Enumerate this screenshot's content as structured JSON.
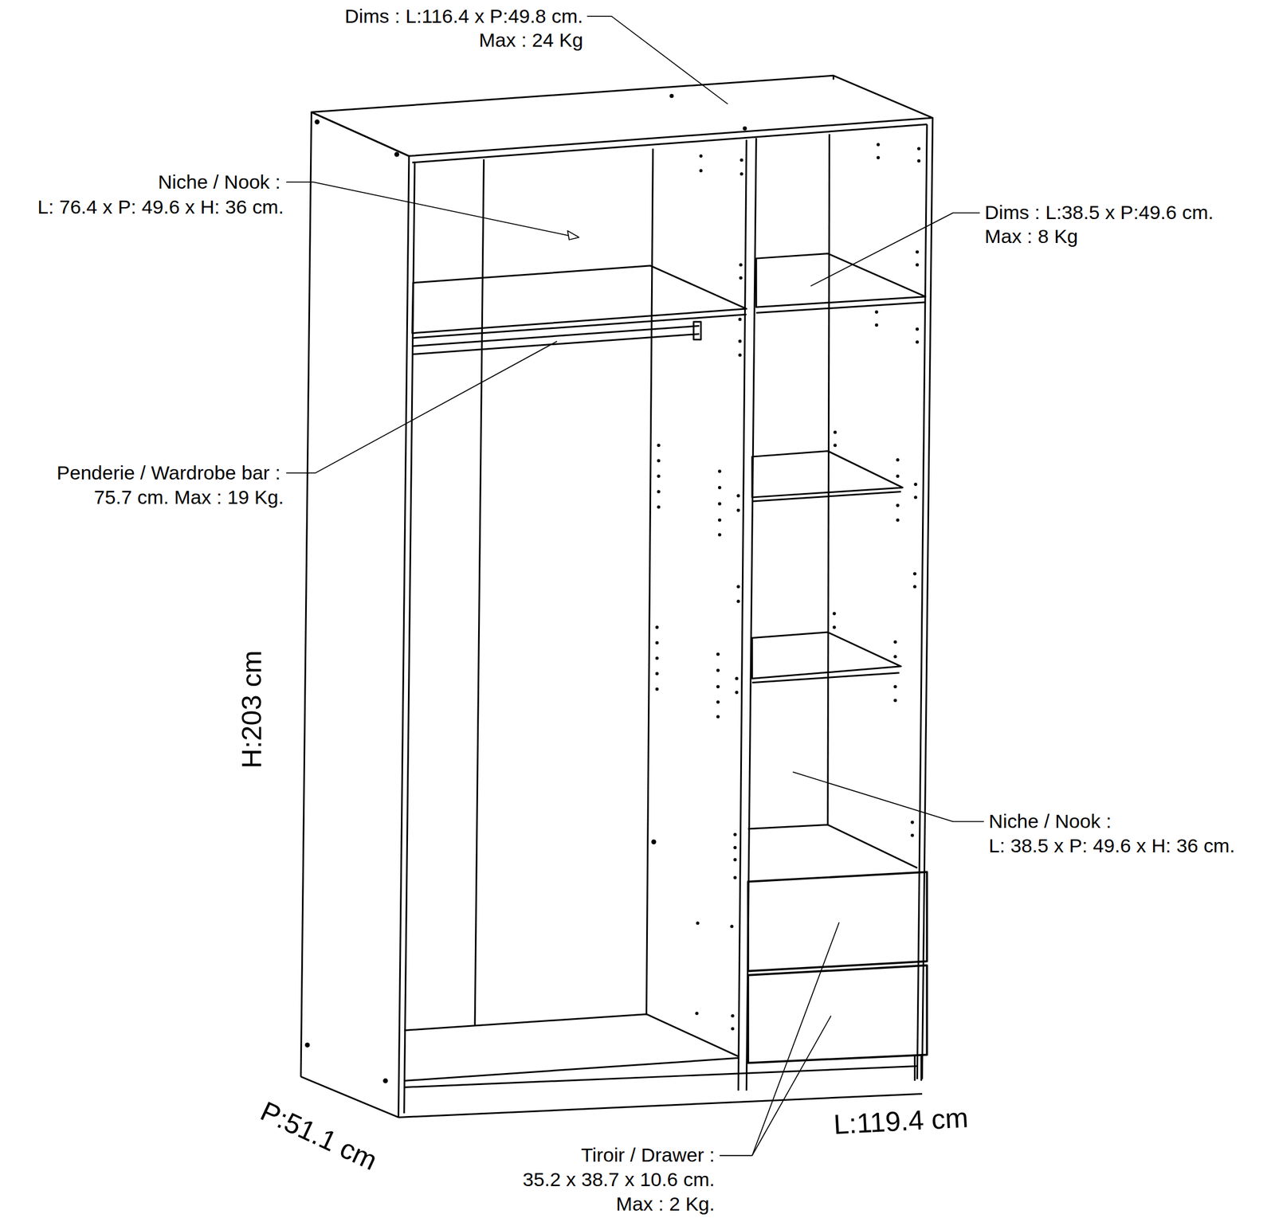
{
  "diagram": {
    "labels": [
      "Dims : L:116.4 x P:49.8 cm.",
      "Max : 24 Kg",
      "Niche / Nook :",
      "L: 76.4 x P: 49.6 x H: 36 cm.",
      "Dims : L:38.5 x P:49.6 cm.",
      "Max : 8 Kg",
      "Penderie / Wardrobe bar :",
      "75.7 cm. Max : 19 Kg.",
      "H:203 cm",
      "Niche / Nook :",
      "L: 38.5 x P: 49.6 x H: 36 cm.",
      "P:51.1 cm",
      "L:119.4 cm",
      "Tiroir / Drawer :",
      "35.2 x 38.7 x 10.6 cm.",
      "Max : 2 Kg."
    ]
  }
}
